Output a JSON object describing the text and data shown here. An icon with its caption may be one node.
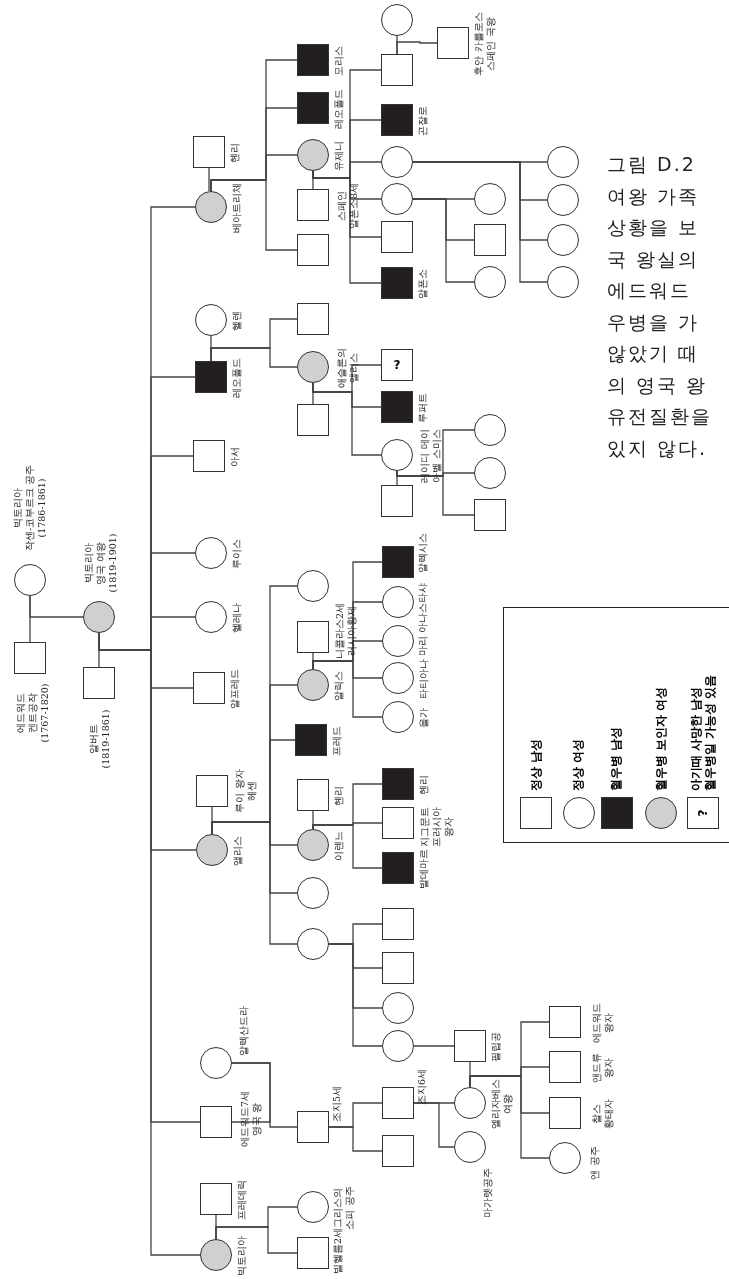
{
  "diagram": {
    "nodes": [
      {
        "text": [],
        "shape": "circle",
        "beside": [
          "빅토리아 작센-코부르크 공주 (1786-1861)"
        ]
      },
      {
        "text": [],
        "shape": "box",
        "beside": [
          "에드워드 켄트공작 (1767-1820)"
        ]
      },
      {
        "text": [],
        "shape": "circle",
        "beside": [
          "빅토리아 영국 여왕 (1819-1901)"
        ]
      },
      {
        "text": [],
        "shape": "box",
        "beside": [
          "알버트 (1819-1861)"
        ]
      },
      {
        "text": [],
        "shape": "box",
        "beside": [
          "헨리"
        ]
      },
      {
        "text": [],
        "shape": "circle",
        "beside": [
          "베아트리체"
        ]
      },
      {
        "text": [],
        "shape": "box",
        "beside": [
          "모리스"
        ]
      },
      {
        "text": [],
        "shape": "box",
        "beside": [
          "레오폴드"
        ]
      },
      {
        "text": [],
        "shape": "circle",
        "beside": [
          "유제니"
        ]
      },
      {
        "text": [],
        "shape": "box",
        "beside": [
          "스페인 알폰소8세"
        ]
      },
      {
        "text": [],
        "shape": "box"
      },
      {
        "text": [],
        "shape": "circle"
      },
      {
        "text": [],
        "shape": "box"
      },
      {
        "text": [],
        "shape": "box",
        "beside": [
          "후안 카를로스 스페인 국왕"
        ]
      },
      {
        "text": [],
        "shape": "box",
        "beside": [
          "곤잘로"
        ]
      },
      {
        "text": [],
        "shape": "circle"
      },
      {
        "text": [],
        "shape": "circle"
      },
      {
        "text": [],
        "shape": "box"
      },
      {
        "text": [],
        "shape": "box",
        "beside": [
          "알폰소"
        ]
      },
      {
        "text": [],
        "shape": "circle"
      },
      {
        "text": [],
        "shape": "box"
      },
      {
        "text": [],
        "shape": "circle"
      },
      {
        "text": [],
        "shape": "circle"
      },
      {
        "text": [],
        "shape": "circle"
      },
      {
        "text": [],
        "shape": "circle"
      },
      {
        "text": [],
        "shape": "circle"
      },
      {
        "text": [],
        "shape": "circle",
        "beside": [
          "헬렌"
        ]
      },
      {
        "text": [],
        "shape": "box",
        "beside": [
          "레오폴드"
        ]
      },
      {
        "text": [],
        "shape": "box"
      },
      {
        "text": [],
        "shape": "circle",
        "beside": [
          "애슬론의 앨리스"
        ]
      },
      {
        "text": [],
        "shape": "box"
      },
      {
        "text": [
          "?"
        ]
      },
      {
        "text": [],
        "shape": "box",
        "beside": [
          "루퍼트"
        ]
      },
      {
        "text": [],
        "shape": "circle",
        "beside": [
          "레이디 메이 아벨 스미스"
        ]
      },
      {
        "text": [],
        "shape": "box"
      },
      {
        "text": [],
        "shape": "circle"
      },
      {
        "text": [],
        "shape": "circle"
      },
      {
        "text": [],
        "shape": "box"
      },
      {
        "text": [],
        "shape": "box",
        "beside": [
          "아서"
        ]
      },
      {
        "text": [],
        "shape": "circle",
        "beside": [
          "루이스"
        ]
      },
      {
        "text": [],
        "shape": "circle",
        "beside": [
          "헬레나"
        ]
      },
      {
        "text": [],
        "shape": "box",
        "beside": [
          "알프레드"
        ]
      },
      {
        "text": [],
        "shape": "box",
        "beside": [
          "루이 왕자 헤센"
        ]
      },
      {
        "text": [],
        "shape": "circle",
        "beside": [
          "앨리스"
        ]
      },
      {
        "text": [],
        "shape": "circle"
      },
      {
        "text": [],
        "shape": "box",
        "beside": [
          "니콜라스2세 러시아황제"
        ]
      },
      {
        "text": [],
        "shape": "circle",
        "beside": [
          "알릭스"
        ]
      },
      {
        "text": [],
        "shape": "box",
        "beside": [
          "알렉시스"
        ]
      },
      {
        "text": [],
        "shape": "circle",
        "beside": [
          "아나스타샤"
        ]
      },
      {
        "text": [],
        "shape": "circle",
        "beside": [
          "마리"
        ]
      },
      {
        "text": [],
        "shape": "circle",
        "beside": [
          "타티아나"
        ]
      },
      {
        "text": [],
        "shape": "circle",
        "beside": [
          "올가"
        ]
      },
      {
        "text": [],
        "shape": "box",
        "beside": [
          "프레드"
        ]
      },
      {
        "text": [],
        "shape": "box",
        "beside": [
          "헨리"
        ]
      },
      {
        "text": [],
        "shape": "circle",
        "beside": [
          "이렌느"
        ]
      },
      {
        "text": [],
        "shape": "box",
        "beside": [
          "헨리"
        ]
      },
      {
        "text": [],
        "shape": "box",
        "beside": [
          "지그문트 프러시아 왕자"
        ]
      },
      {
        "text": [],
        "shape": "box",
        "beside": [
          "발데마르"
        ]
      },
      {
        "text": [],
        "shape": "circle"
      },
      {
        "text": [],
        "shape": "circle"
      },
      {
        "text": [],
        "shape": "box"
      },
      {
        "text": [],
        "shape": "box"
      },
      {
        "text": [],
        "shape": "circle"
      },
      {
        "text": [],
        "shape": "circle"
      },
      {
        "text": [],
        "shape": "box",
        "beside": [
          "필립공"
        ]
      },
      {
        "text": [],
        "shape": "circle",
        "beside": [
          "알렉산드라"
        ]
      },
      {
        "text": [],
        "shape": "box",
        "beside": [
          "에드워드7세 영국 왕"
        ]
      },
      {
        "text": [],
        "shape": "box",
        "beside": [
          "조지5세"
        ]
      },
      {
        "text": [],
        "shape": "box",
        "beside": [
          "조지6세"
        ]
      },
      {
        "text": [],
        "shape": "box"
      },
      {
        "text": [],
        "shape": "circle",
        "beside": [
          "엘리자베스 여왕"
        ]
      },
      {
        "text": [],
        "shape": "circle",
        "beside": [
          "마가렛공주"
        ]
      },
      {
        "text": [],
        "shape": "box",
        "beside": [
          "에드워드 왕자"
        ]
      },
      {
        "text": [],
        "shape": "box",
        "beside": [
          "앤드류 왕자"
        ]
      },
      {
        "text": [],
        "shape": "box",
        "beside": [
          "찰스 황태자"
        ]
      },
      {
        "text": [],
        "shape": "circle",
        "beside": [
          "앤 공주"
        ]
      },
      {
        "text": [],
        "shape": "box",
        "beside": [
          "프레데릭"
        ]
      },
      {
        "text": [],
        "shape": "circle",
        "beside": [
          "빅토리아"
        ]
      },
      {
        "text": [],
        "shape": "circle",
        "beside": [
          "그리스의 소피 공주"
        ]
      },
      {
        "text": [],
        "shape": "box",
        "beside": [
          "빌헬름2세"
        ]
      }
    ],
    "edges": [
      {
        "from": 0,
        "to": 1,
        "arrow": "none"
      },
      {
        "from": 2,
        "to": 3,
        "arrow": "none"
      },
      {
        "from": 4,
        "to": 5,
        "arrow": "none"
      },
      {
        "from": 8,
        "to": 9,
        "arrow": "none"
      },
      {
        "from": 11,
        "to": 12,
        "arrow": "none"
      },
      {
        "from": 26,
        "to": 27,
        "arrow": "none"
      },
      {
        "from": 29,
        "to": 30,
        "arrow": "none"
      },
      {
        "from": 33,
        "to": 34,
        "arrow": "none"
      },
      {
        "from": 42,
        "to": 43,
        "arrow": "none"
      },
      {
        "from": 45,
        "to": 46,
        "arrow": "none"
      },
      {
        "from": 53,
        "to": 54,
        "arrow": "none"
      },
      {
        "from": 64,
        "to": 70,
        "arrow": "none"
      },
      {
        "from": 65,
        "to": 66,
        "arrow": "none"
      },
      {
        "from": 76,
        "to": 77,
        "arrow": "none"
      },
      {
        "from": 0,
        "to": 2,
        "arrow": "none"
      },
      {
        "from": 2,
        "to": 5,
        "arrow": "none"
      },
      {
        "from": 2,
        "to": 27,
        "arrow": "none"
      },
      {
        "from": 2,
        "to": 38,
        "arrow": "none"
      },
      {
        "from": 2,
        "to": 39,
        "arrow": "none"
      },
      {
        "from": 2,
        "to": 40,
        "arrow": "none"
      },
      {
        "from": 2,
        "to": 41,
        "arrow": "none"
      },
      {
        "from": 2,
        "to": 43,
        "arrow": "none"
      },
      {
        "from": 2,
        "to": 66,
        "arrow": "none"
      },
      {
        "from": 2,
        "to": 77,
        "arrow": "none"
      },
      {
        "from": 5,
        "to": 6,
        "arrow": "none"
      },
      {
        "from": 5,
        "to": 7,
        "arrow": "none"
      },
      {
        "from": 5,
        "to": 8,
        "arrow": "none"
      },
      {
        "from": 5,
        "to": 10,
        "arrow": "none"
      },
      {
        "from": 8,
        "to": 12,
        "arrow": "none"
      },
      {
        "from": 8,
        "to": 14,
        "arrow": "none"
      },
      {
        "from": 8,
        "to": 15,
        "arrow": "none"
      },
      {
        "from": 8,
        "to": 16,
        "arrow": "none"
      },
      {
        "from": 8,
        "to": 17,
        "arrow": "none"
      },
      {
        "from": 8,
        "to": 18,
        "arrow": "none"
      },
      {
        "from": 12,
        "to": 13,
        "arrow": "none"
      },
      {
        "from": 15,
        "to": 22,
        "arrow": "none"
      },
      {
        "from": 15,
        "to": 23,
        "arrow": "none"
      },
      {
        "from": 15,
        "to": 24,
        "arrow": "none"
      },
      {
        "from": 15,
        "to": 25,
        "arrow": "none"
      },
      {
        "from": 16,
        "to": 19,
        "arrow": "none"
      },
      {
        "from": 16,
        "to": 20,
        "arrow": "none"
      },
      {
        "from": 16,
        "to": 21,
        "arrow": "none"
      },
      {
        "from": 27,
        "to": 28,
        "arrow": "none"
      },
      {
        "from": 27,
        "to": 29,
        "arrow": "none"
      },
      {
        "from": 29,
        "to": 31,
        "arrow": "none"
      },
      {
        "from": 29,
        "to": 32,
        "arrow": "none"
      },
      {
        "from": 29,
        "to": 33,
        "arrow": "none"
      },
      {
        "from": 33,
        "to": 35,
        "arrow": "none"
      },
      {
        "from": 33,
        "to": 36,
        "arrow": "none"
      },
      {
        "from": 33,
        "to": 37,
        "arrow": "none"
      },
      {
        "from": 43,
        "to": 44,
        "arrow": "none"
      },
      {
        "from": 43,
        "to": 46,
        "arrow": "none"
      },
      {
        "from": 43,
        "to": 52,
        "arrow": "none"
      },
      {
        "from": 43,
        "to": 54,
        "arrow": "none"
      },
      {
        "from": 43,
        "to": 58,
        "arrow": "none"
      },
      {
        "from": 43,
        "to": 59,
        "arrow": "none"
      },
      {
        "from": 46,
        "to": 47,
        "arrow": "none"
      },
      {
        "from": 46,
        "to": 48,
        "arrow": "none"
      },
      {
        "from": 46,
        "to": 49,
        "arrow": "none"
      },
      {
        "from": 46,
        "to": 50,
        "arrow": "none"
      },
      {
        "from": 46,
        "to": 51,
        "arrow": "none"
      },
      {
        "from": 54,
        "to": 55,
        "arrow": "none"
      },
      {
        "from": 54,
        "to": 56,
        "arrow": "none"
      },
      {
        "from": 54,
        "to": 57,
        "arrow": "none"
      },
      {
        "from": 59,
        "to": 60,
        "arrow": "none"
      },
      {
        "from": 59,
        "to": 61,
        "arrow": "none"
      },
      {
        "from": 59,
        "to": 62,
        "arrow": "none"
      },
      {
        "from": 59,
        "to": 63,
        "arrow": "none"
      },
      {
        "from": 63,
        "to": 64,
        "arrow": "none"
      },
      {
        "from": 65,
        "to": 67,
        "arrow": "none"
      },
      {
        "from": 67,
        "to": 68,
        "arrow": "none"
      },
      {
        "from": 67,
        "to": 69,
        "arrow": "none"
      },
      {
        "from": 68,
        "to": 70,
        "arrow": "none"
      },
      {
        "from": 68,
        "to": 71,
        "arrow": "none"
      },
      {
        "from": 70,
        "to": 72,
        "arrow": "none"
      },
      {
        "from": 70,
        "to": 73,
        "arrow": "none"
      },
      {
        "from": 70,
        "to": 74,
        "arrow": "none"
      },
      {
        "from": 70,
        "to": 75,
        "arrow": "none"
      },
      {
        "from": 77,
        "to": 78,
        "arrow": "none"
      },
      {
        "from": 77,
        "to": 79,
        "arrow": "none"
      }
    ],
    "labels": [
      "그림 D.2",
      "여왕 가족",
      "상황을 보",
      "국 왕실의",
      "에드워드",
      "우병을 가",
      "않았기 때",
      "의 영국 왕",
      "유전질환을",
      "있지 않다.",
      "?"
    ],
    "legend": [
      {
        "text": "정상 남성"
      },
      {
        "text": "정상 여성"
      },
      {
        "text": "혈우병 남성"
      },
      {
        "text": "혈우병 보인자 여성"
      },
      {
        "text": "아기때 사망한 남성 혈우병일 가능성 있음"
      }
    ]
  }
}
